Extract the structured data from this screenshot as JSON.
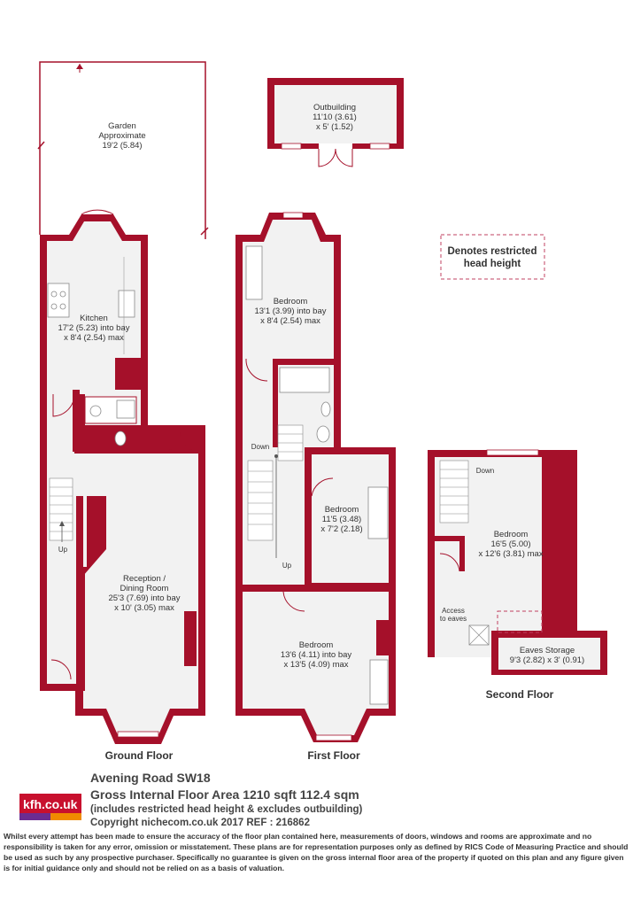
{
  "ground_floor": {
    "title": "Ground Floor",
    "garden": {
      "name": "Garden",
      "sub": "Approximate",
      "dims": "19'2 (5.84)"
    },
    "kitchen": {
      "name": "Kitchen",
      "dims1": "17'2 (5.23) into bay",
      "dims2": "x 8'4 (2.54) max"
    },
    "reception": {
      "name1": "Reception /",
      "name2": "Dining Room",
      "dims1": "25'3 (7.69) into bay",
      "dims2": "x 10' (3.05) max"
    },
    "stairs_label": "Up"
  },
  "outbuilding": {
    "name": "Outbuilding",
    "dims1": "11'10 (3.61)",
    "dims2": "x 5' (1.52)"
  },
  "first_floor": {
    "title": "First Floor",
    "bedroom_rear": {
      "name": "Bedroom",
      "dims1": "13'1 (3.99) into bay",
      "dims2": "x 8'4 (2.54) max"
    },
    "bedroom_middle": {
      "name": "Bedroom",
      "dims1": "11'5 (3.48)",
      "dims2": "x 7'2 (2.18)"
    },
    "bedroom_front": {
      "name": "Bedroom",
      "dims1": "13'6 (4.11) into bay",
      "dims2": "x 13'5 (4.09) max"
    },
    "stairs_down": "Down",
    "stairs_up": "Up"
  },
  "second_floor": {
    "title": "Second Floor",
    "bedroom": {
      "name": "Bedroom",
      "dims1": "16'5 (5.00)",
      "dims2": "x 12'6 (3.81) max"
    },
    "eaves_storage": {
      "name": "Eaves Storage",
      "dims": "9'3 (2.82) x 3' (0.91)"
    },
    "access": {
      "line1": "Access",
      "line2": "to eaves"
    },
    "stairs_down": "Down"
  },
  "legend": {
    "line1": "Denotes restricted",
    "line2": "head height"
  },
  "footer": {
    "address": "Avening Road SW18",
    "area": "Gross Internal Floor Area 1210 sqft 112.4 sqm",
    "note": "(includes restricted head height & excludes outbuilding)",
    "copyright": "Copyright nichecom.co.uk 2017 REF : 216862",
    "logo": "kfh.co.uk",
    "disclaimer": "Whilst every attempt has been made to ensure the accuracy of the floor plan contained here, measurements of doors, windows and rooms are approximate and no responsibility is taken for any error, omission or misstatement. These plans are for representation purposes only as defined by RICS Code of Measuring Practice and should be used as such by any prospective purchaser. Specifically no guarantee is given on the gross internal floor area of the property if quoted on this plan and any figure given is for initial guidance only and should not be relied on as a basis of valuation."
  },
  "colors": {
    "wall": "#a5102a",
    "room_fill": "#f2f2f2",
    "logo_red": "#c8102e",
    "logo_purple": "#6b2c91",
    "logo_orange": "#f08a00"
  }
}
